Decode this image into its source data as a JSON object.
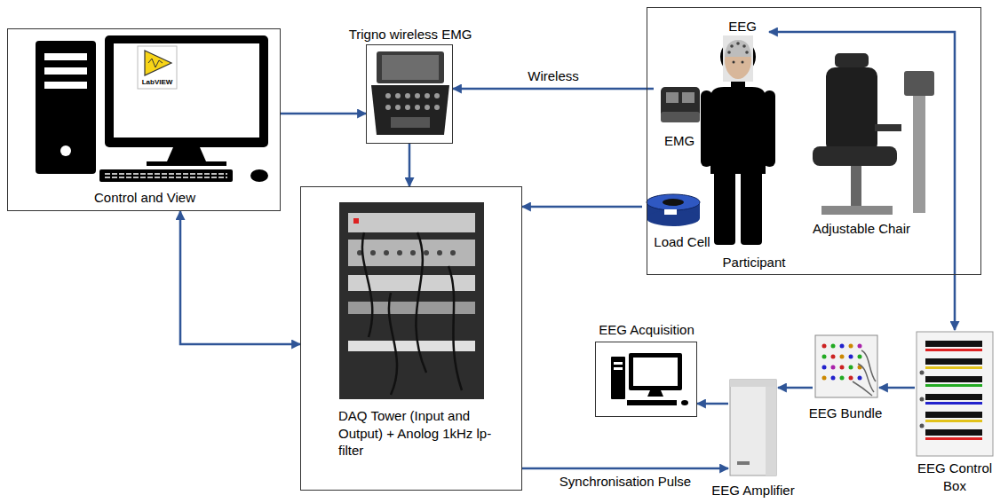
{
  "diagram": {
    "nodes": [
      {
        "text": [
          "Control and View"
        ]
      },
      {
        "text": [
          "Trigno wireless EMG"
        ]
      },
      {
        "text": [
          "Participant"
        ]
      },
      {
        "text": [
          "EEG"
        ],
        "in": 2
      },
      {
        "text": [
          "EMG"
        ],
        "in": 2
      },
      {
        "text": [
          "Load Cell"
        ],
        "in": 2
      },
      {
        "text": [
          "DAQ Tower (Input and Output) + Anolog 1kHz lp-filter"
        ]
      },
      {
        "text": [
          "EEG Acquisition"
        ]
      },
      {
        "text": [
          "EEG Amplifier"
        ]
      },
      {
        "text": [
          "EEG Bundle"
        ]
      },
      {
        "text": [
          "EEG Control Box"
        ]
      }
    ],
    "edges": [
      {
        "from": 0,
        "to": 1,
        "arrow": "to"
      },
      {
        "from": 4,
        "to": 1,
        "label": "Wireless",
        "arrow": "to"
      },
      {
        "from": 1,
        "to": 6,
        "arrow": "to"
      },
      {
        "from": 5,
        "to": 6,
        "arrow": "to"
      },
      {
        "from": 0,
        "to": 6,
        "arrow": "both"
      },
      {
        "from": 3,
        "to": 10,
        "arrow": "both"
      },
      {
        "from": 6,
        "to": 8,
        "label": "Synchronisation Pulse",
        "arrow": "to"
      },
      {
        "from": 10,
        "to": 9,
        "arrow": "to"
      },
      {
        "from": 9,
        "to": 8,
        "arrow": "to"
      },
      {
        "from": 8,
        "to": 7,
        "arrow": "to"
      }
    ],
    "labels": [
      "LabVIEW",
      "Adjustable Chair"
    ]
  }
}
